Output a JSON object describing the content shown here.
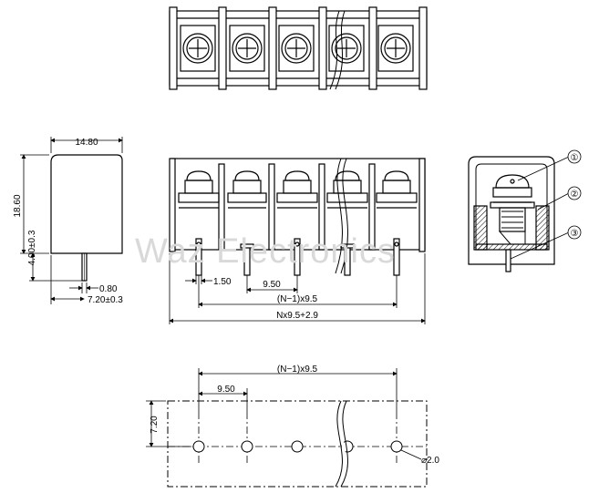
{
  "watermark": "Waz Electronics",
  "side_view": {
    "width_label": "14.80",
    "height_label": "18.60",
    "pin_height_label": "4.00±0.3",
    "pin_thickness_label": "0.80",
    "pin_offset_label": "7.20±0.3"
  },
  "front_view": {
    "pin_width_label": "1.50",
    "pitch_label": "9.50",
    "span_label": "(N−1)x9.5",
    "total_label": "Nx9.5+2.9"
  },
  "section_view": {
    "callouts": [
      "①",
      "②",
      "③"
    ]
  },
  "pcb_layout": {
    "span_label": "(N−1)x9.5",
    "pitch_label": "9.50",
    "row_offset_label": "7.20",
    "hole_label": "⌀2.0"
  },
  "colors": {
    "line": "#000000",
    "watermark": "#d9d9d9"
  }
}
